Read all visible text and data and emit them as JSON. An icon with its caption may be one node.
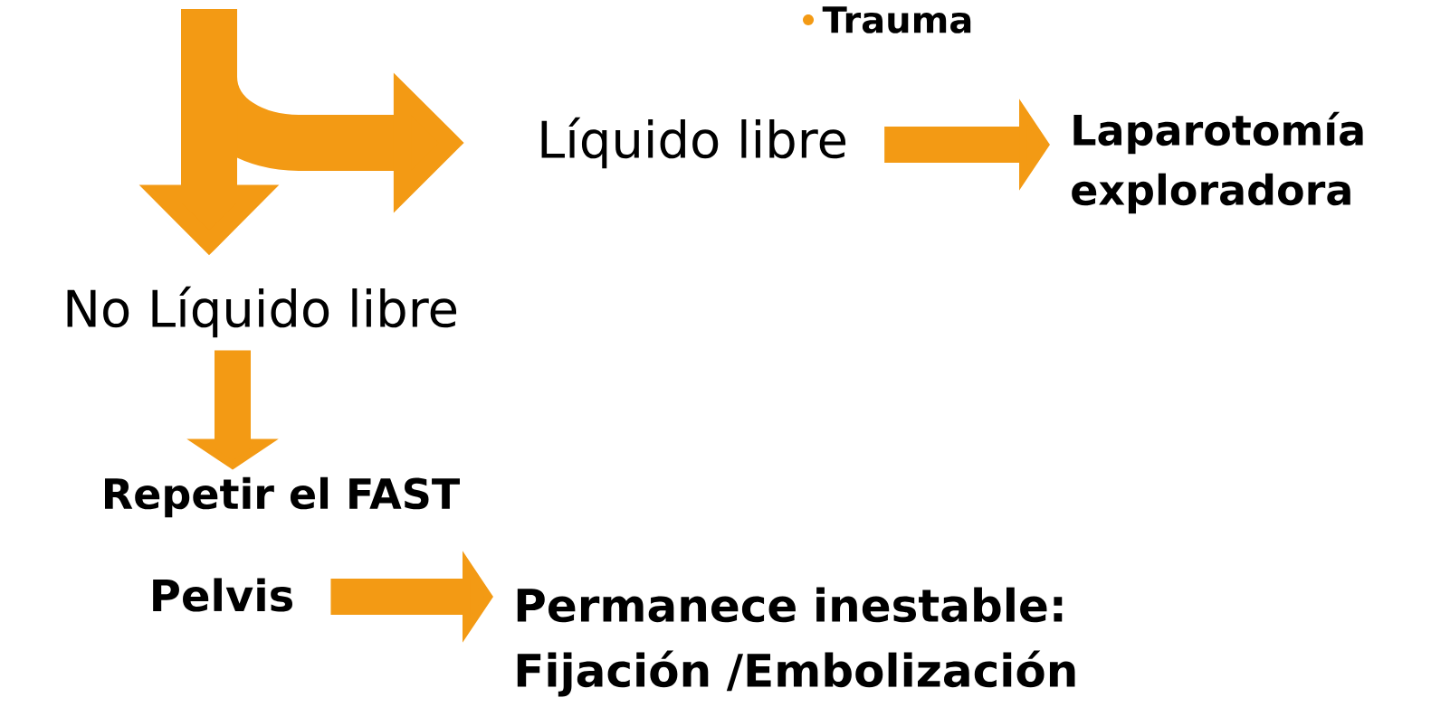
{
  "diagram": {
    "nodes": [
      {
        "text": [
          "Líquido libre"
        ]
      },
      {
        "text": [
          "Laparotomía exploradora"
        ]
      },
      {
        "text": [
          "No Líquido libre"
        ]
      },
      {
        "text": [
          "Repetir el FAST"
        ]
      },
      {
        "text": [
          "Pelvis"
        ]
      },
      {
        "text": [
          "Permanece inestable: Fijación /Embolización"
        ]
      }
    ],
    "edges": [
      {
        "from": null,
        "to": 0,
        "arrow": "to"
      },
      {
        "from": null,
        "to": 2,
        "arrow": "to"
      },
      {
        "from": 0,
        "to": 1,
        "arrow": "to"
      },
      {
        "from": 2,
        "to": 3,
        "arrow": "to"
      },
      {
        "from": 4,
        "to": 5,
        "arrow": "to"
      }
    ],
    "labels": [
      "Trauma"
    ]
  }
}
